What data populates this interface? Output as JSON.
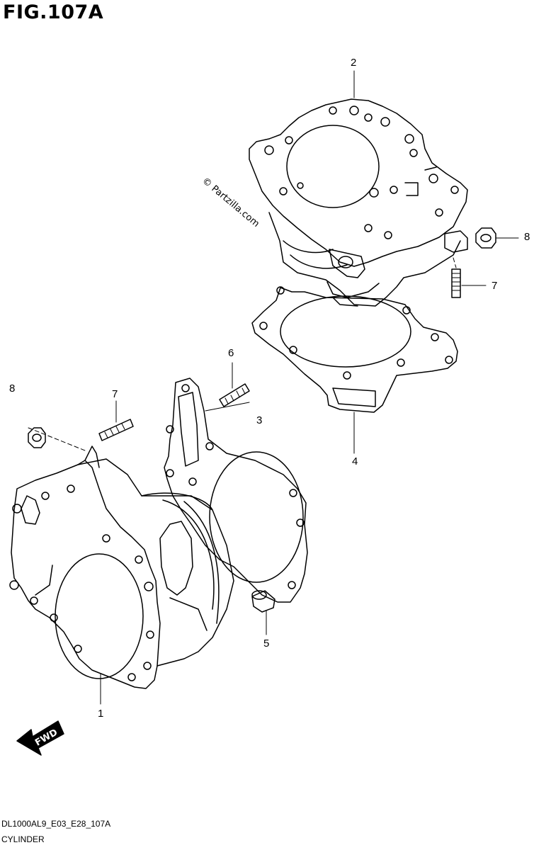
{
  "figure": {
    "title": "FIG.107A"
  },
  "watermark": "© Partzilla.com",
  "callouts": [
    {
      "id": "label-2-upper",
      "text": "2"
    },
    {
      "id": "label-8-upper",
      "text": "8"
    },
    {
      "id": "label-7-upper",
      "text": "7"
    },
    {
      "id": "label-6",
      "text": "6"
    },
    {
      "id": "label-3",
      "text": "3"
    },
    {
      "id": "label-4",
      "text": "4"
    },
    {
      "id": "label-8-lower",
      "text": "8"
    },
    {
      "id": "label-7-lower",
      "text": "7"
    },
    {
      "id": "label-5",
      "text": "5"
    },
    {
      "id": "label-1",
      "text": "1"
    }
  ],
  "fwd_arrow": {
    "text": "FWD"
  },
  "footer": {
    "code": "DL1000AL9_E03_E28_107A",
    "caption": "CYLINDER"
  }
}
